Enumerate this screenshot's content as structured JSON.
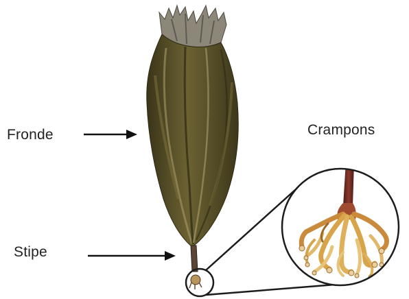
{
  "labels": {
    "fronde": "Fronde",
    "stipe": "Stipe",
    "crampons": "Crampons"
  },
  "colors": {
    "frond_dark": "#3f3a1e",
    "frond_mid": "#5a5228",
    "frond_light": "#7a6e3a",
    "frond_highlight": "#a79a66",
    "frond_tips": "#8d877a",
    "stipe": "#5a4636",
    "holdfast_stalk": "#6a2c22",
    "holdfast_root": "#d7a44a",
    "holdfast_root_dark": "#9b6a28",
    "outline": "#1c1c1c",
    "arrow": "#111111"
  }
}
